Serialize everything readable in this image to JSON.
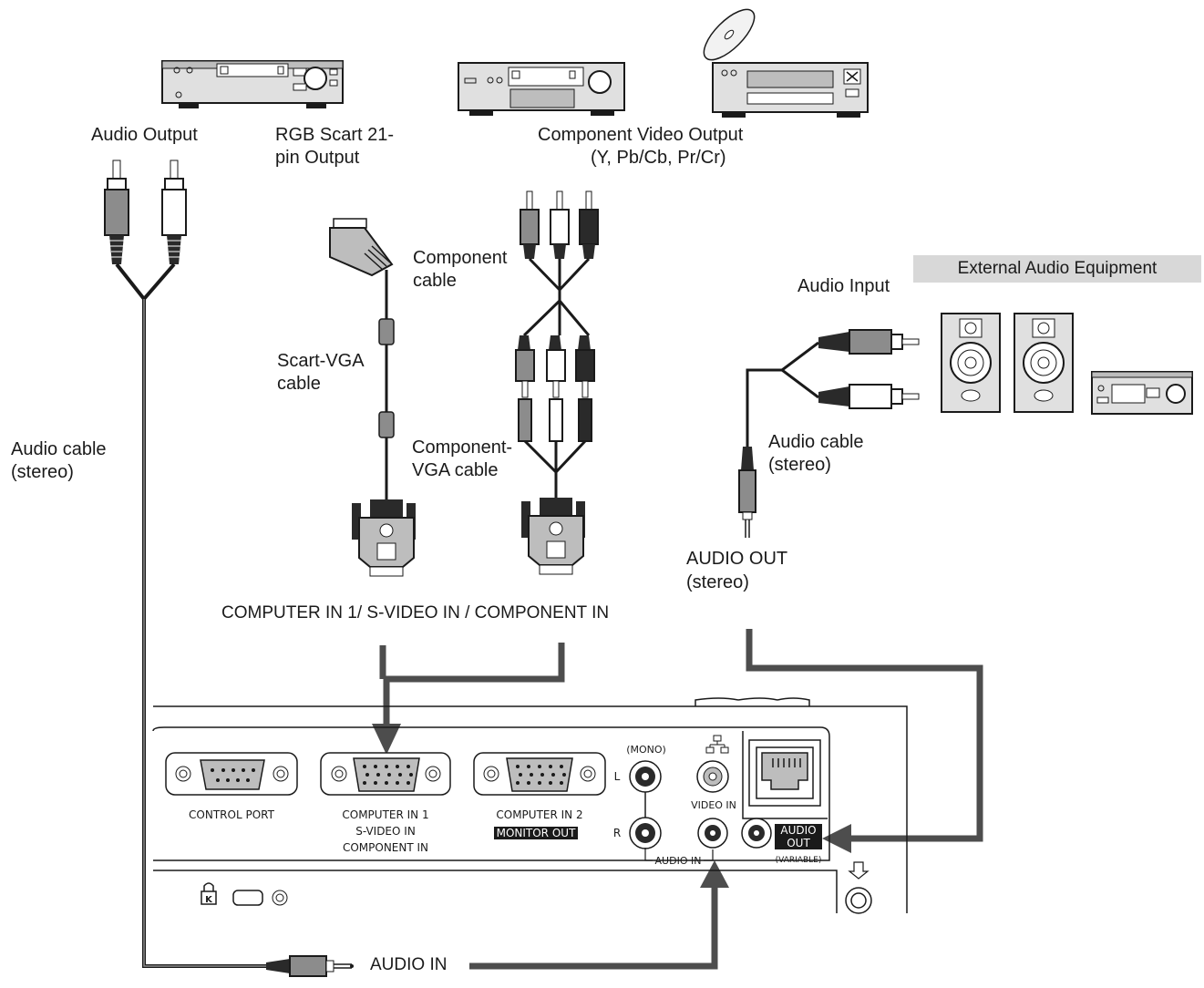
{
  "labels": {
    "audio_output": "Audio Output",
    "rgb_scart_line1": "RGB Scart 21-",
    "rgb_scart_line2": "pin Output",
    "component_video_output_line1": "Component Video Output",
    "component_video_output_line2": "(Y, Pb/Cb, Pr/Cr)",
    "component_cable_line1": "Component",
    "component_cable_line2": "cable",
    "scart_vga_cable_line1": "Scart-VGA",
    "scart_vga_cable_line2": "cable",
    "component_vga_cable_line1": "Component-",
    "component_vga_cable_line2": "VGA cable",
    "audio_cable_left_line1": "Audio cable",
    "audio_cable_left_line2": "(stereo)",
    "audio_cable_right_line1": "Audio cable",
    "audio_cable_right_line2": "(stereo)",
    "audio_input": "Audio Input",
    "external_audio_equipment": "External Audio Equipment",
    "audio_out_line1": "AUDIO  OUT",
    "audio_out_line2": "(stereo)",
    "computer_in_1_caption": "COMPUTER IN 1/ S-VIDEO IN / COMPONENT IN",
    "audio_in_caption": "AUDIO IN"
  },
  "panel": {
    "control_port": "CONTROL PORT",
    "computer_in_1_line1": "COMPUTER IN 1",
    "computer_in_1_line2": "S-VIDEO IN",
    "computer_in_1_line3": "COMPONENT IN",
    "computer_in_2": "COMPUTER IN 2",
    "monitor_out": "MONITOR OUT",
    "mono": "(MONO)",
    "left_channel": "L",
    "right_channel": "R",
    "audio_in": "AUDIO IN",
    "video_in": "VIDEO IN",
    "audio_out_line1": "AUDIO",
    "audio_out_line2": "OUT",
    "variable": "(VARIABLE)"
  },
  "colors": {
    "line": "#1a1a1a",
    "device_fill": "#d9d9d9",
    "plug_gray": "#8c8c8c",
    "plug_dark": "#2a2a2a",
    "arrow": "#4d4d4d",
    "banner": "#d8d8d8"
  }
}
